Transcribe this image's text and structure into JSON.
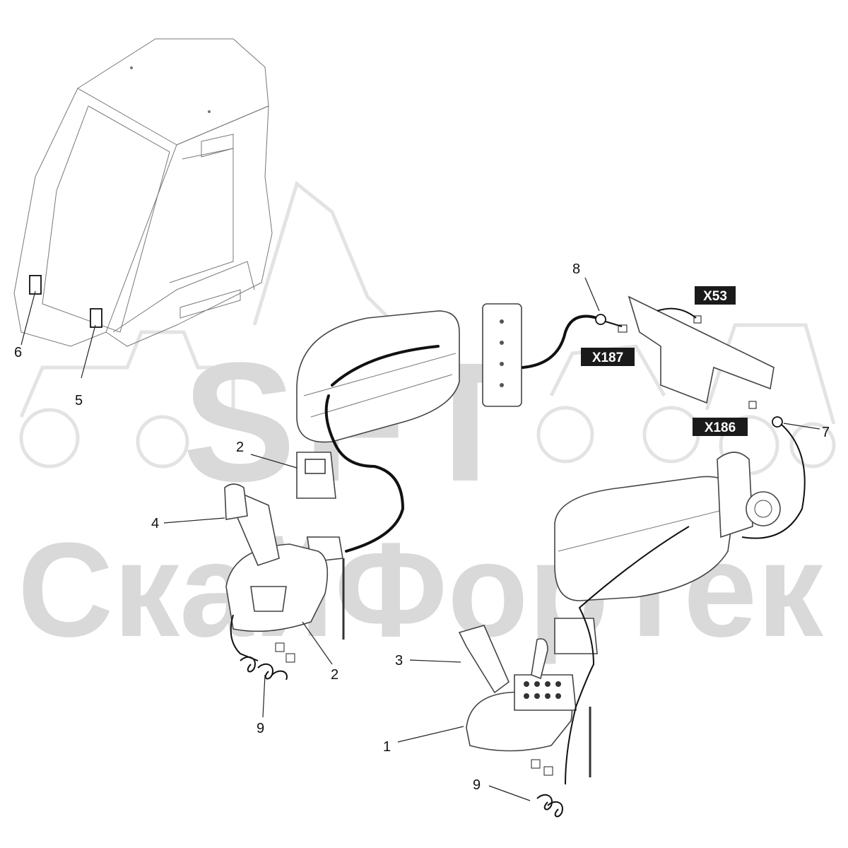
{
  "watermark": {
    "logo": "SFT",
    "text": "СкайФорТек"
  },
  "callouts": [
    {
      "id": "1",
      "label": "1"
    },
    {
      "id": "2a",
      "label": "2"
    },
    {
      "id": "2b",
      "label": "2"
    },
    {
      "id": "3",
      "label": "3"
    },
    {
      "id": "4",
      "label": "4"
    },
    {
      "id": "5",
      "label": "5"
    },
    {
      "id": "6",
      "label": "6"
    },
    {
      "id": "7",
      "label": "7"
    },
    {
      "id": "8",
      "label": "8"
    },
    {
      "id": "9a",
      "label": "9"
    },
    {
      "id": "9b",
      "label": "9"
    }
  ],
  "connectors": [
    {
      "id": "x53",
      "label": "X53"
    },
    {
      "id": "x187",
      "label": "X187"
    },
    {
      "id": "x186",
      "label": "X186"
    }
  ]
}
